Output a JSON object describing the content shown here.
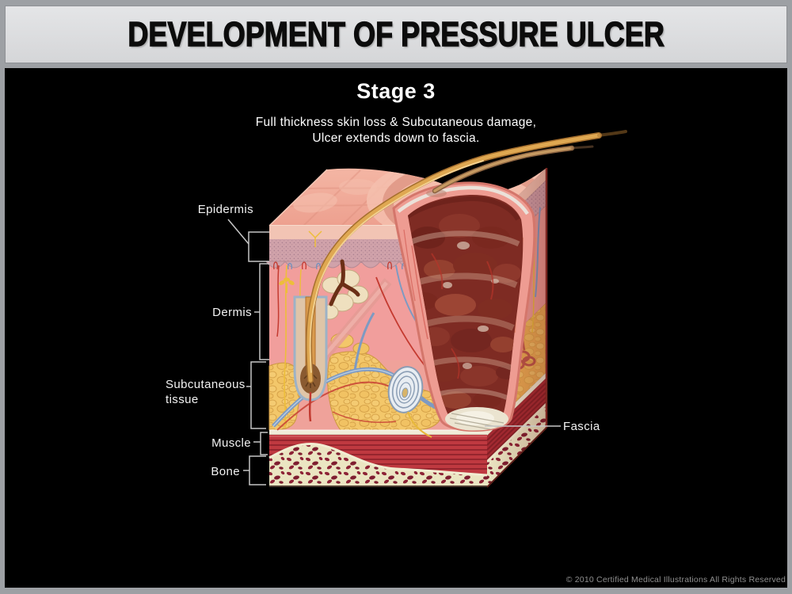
{
  "header": {
    "title": "DEVELOPMENT OF PRESSURE ULCER"
  },
  "stage": {
    "name": "Stage 3",
    "description_line1": "Full thickness skin loss & Subcutaneous damage,",
    "description_line2": "Ulcer extends down to fascia."
  },
  "labels": {
    "epidermis": "Epidermis",
    "dermis": "Dermis",
    "subcutaneous_line1": "Subcutaneous",
    "subcutaneous_line2": "tissue",
    "muscle": "Muscle",
    "bone": "Bone",
    "fascia": "Fascia"
  },
  "footer": {
    "copyright": "© 2010 Certified Medical Illustrations All Rights Reserved"
  },
  "colors": {
    "frame": "#9da0a4",
    "header_bg": "#dcddde",
    "panel_bg": "#000000",
    "label_text": "#f2f2f2",
    "skin": "#efa394",
    "epidermis_band": "#d0a2aa",
    "dermis": "#f19e9c",
    "fat": "#f3c76a",
    "fascia": "#f1ebd8",
    "muscle": "#bf3940",
    "bone": "#ebe5c2",
    "ulcer": "#7e2b23",
    "hair": "#dfa852",
    "leader_line": "#c6c6c6"
  }
}
